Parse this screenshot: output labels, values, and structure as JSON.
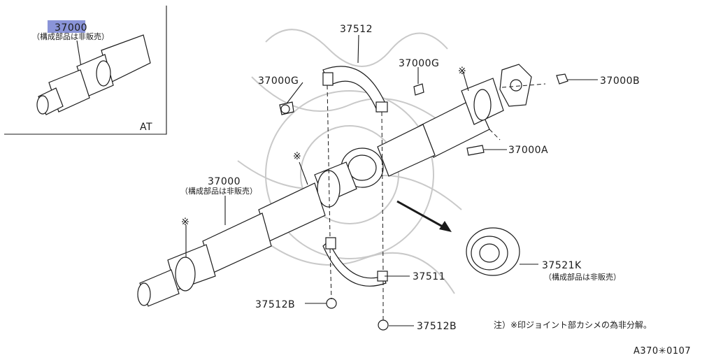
{
  "inset": {
    "part_no": "37000",
    "part_note": "（構成部品は非販売）",
    "variant": "AT",
    "highlight_color": "#8a94d8"
  },
  "callouts": {
    "c37512": "37512",
    "c37000G_left": "37000G",
    "c37000G_right": "37000G",
    "c37000B": "37000B",
    "c37000A": "37000A",
    "c37000_main": "37000",
    "c37000_main_note": "（構成部品は非販売）",
    "c37521K": "37521K",
    "c37521K_note": "（構成部品は非販売）",
    "c37511": "37511",
    "c37512B_left": "37512B",
    "c37512B_right": "37512B"
  },
  "marks": {
    "asterisk": "※"
  },
  "note": "注）※印ジョイント部カシメの為非分解。",
  "figure_code": "A370✳0107",
  "icons": [
    "propeller-shaft",
    "center-bearing-bracket",
    "center-bearing-insulator",
    "bolt",
    "nut",
    "grommet",
    "direction-arrow",
    "watermark-emblem"
  ]
}
